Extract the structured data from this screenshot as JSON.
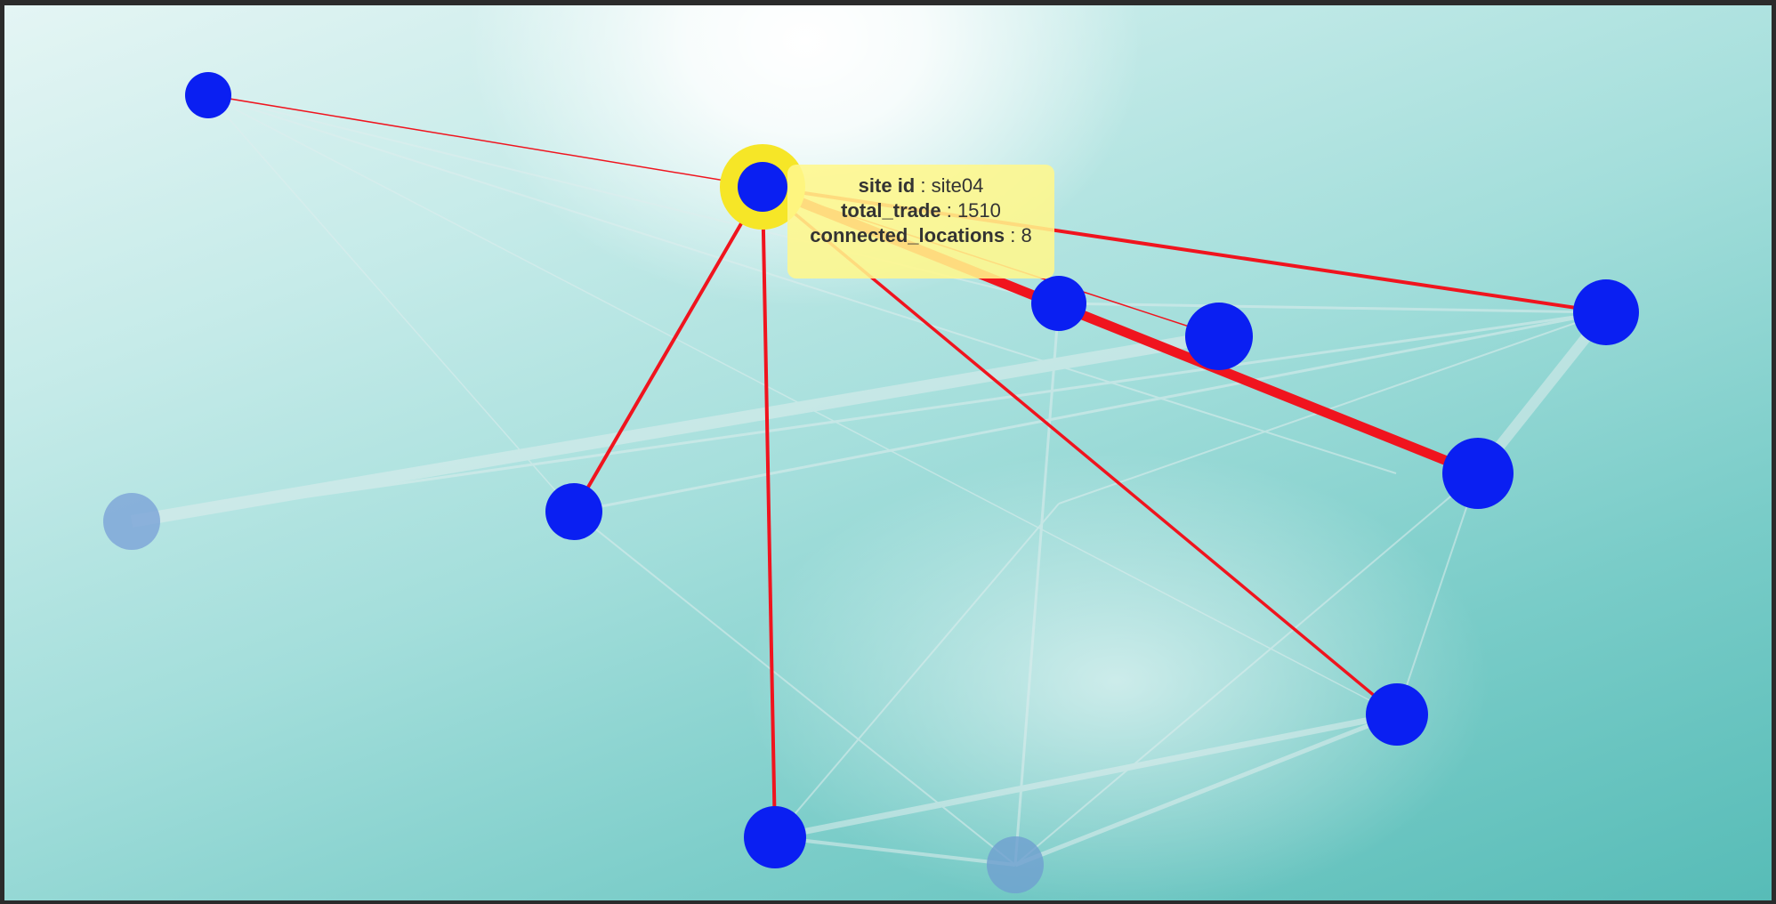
{
  "tooltip": {
    "site_id_key": "site id",
    "site_id_value": "site04",
    "total_trade_key": "total_trade",
    "total_trade_value": "1510",
    "connected_key": "connected_locations",
    "connected_value": "8"
  },
  "colors": {
    "node": "#0a1ff2",
    "faded_node": "#7fa7d8",
    "highlight_edge": "#f0141e",
    "selected_ring": "#f6e627",
    "tooltip_bg": "#fff78c"
  },
  "graph": {
    "selected": "site04",
    "nodes": [
      {
        "id": "site04",
        "selected": true
      },
      {
        "id": "n_topleft"
      },
      {
        "id": "n_mid"
      },
      {
        "id": "n_bl"
      },
      {
        "id": "n_bottom"
      },
      {
        "id": "n_right_mid"
      },
      {
        "id": "n_right_bottom"
      },
      {
        "id": "n_far_right"
      },
      {
        "id": "n_c1"
      },
      {
        "id": "n_c2"
      },
      {
        "id": "n_faded_left",
        "faded": true
      },
      {
        "id": "n_faded_bottom",
        "faded": true
      }
    ],
    "highlighted_edges": [
      {
        "from": "site04",
        "to": "n_topleft",
        "weight": 1
      },
      {
        "from": "site04",
        "to": "n_far_right",
        "weight": 2
      },
      {
        "from": "site04",
        "to": "n_c1",
        "weight": 1
      },
      {
        "from": "site04",
        "to": "n_c2",
        "weight": 1
      },
      {
        "from": "site04",
        "to": "n_right_mid",
        "weight": 5
      },
      {
        "from": "site04",
        "to": "n_mid",
        "weight": 2
      },
      {
        "from": "site04",
        "to": "n_bottom",
        "weight": 2
      },
      {
        "from": "site04",
        "to": "n_right_bottom",
        "weight": 2
      }
    ]
  }
}
